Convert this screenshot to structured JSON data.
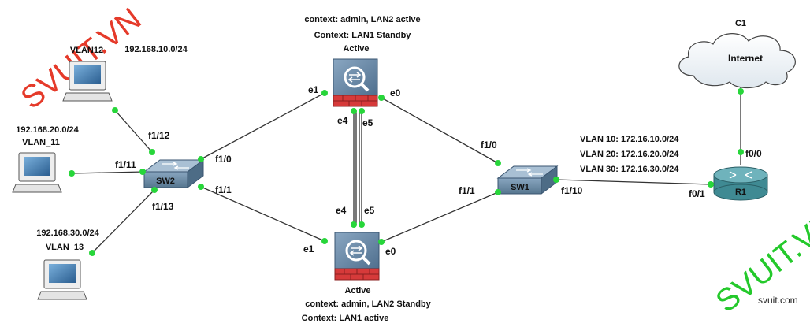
{
  "watermarks": {
    "left": "SVUIT.VN",
    "right": "SVUIT.VN",
    "site": "svuit.com"
  },
  "cloud": {
    "id": "C1",
    "label": "Internet"
  },
  "asa_top": {
    "line1": "context: admin, LAN2 active",
    "line2": "Context: LAN1 Standby",
    "line3": "Active",
    "ports": {
      "e1": "e1",
      "e0": "e0",
      "e4": "e4",
      "e5": "e5"
    }
  },
  "asa_bottom": {
    "line1": "Active",
    "line2": "context: admin, LAN2 Standby",
    "line3": "Context: LAN1 active",
    "ports": {
      "e1": "e1",
      "e0": "e0",
      "e4": "e4",
      "e5": "e5"
    }
  },
  "sw2": {
    "label": "SW2",
    "ports": {
      "f1_12": "f1/12",
      "f1_11": "f1/11",
      "f1_13": "f1/13",
      "f1_0": "f1/0",
      "f1_1": "f1/1"
    }
  },
  "sw1": {
    "label": "SW1",
    "ports": {
      "f1_0": "f1/0",
      "f1_1": "f1/1",
      "f1_10": "f1/10"
    }
  },
  "r1": {
    "label": "R1",
    "ports": {
      "f0_0": "f0/0",
      "f0_1": "f0/1"
    }
  },
  "vlan_list": [
    "VLAN 10: 172.16.10.0/24",
    "VLAN 20: 172.16.20.0/24",
    "VLAN 30: 172.16.30.0/24"
  ],
  "pcs": [
    {
      "vlan": "VLAN12",
      "subnet": "192.168.10.0/24"
    },
    {
      "vlan": "VLAN_11",
      "subnet": "192.168.20.0/24"
    },
    {
      "vlan": "VLAN_13",
      "subnet": "192.168.30.0/24"
    }
  ],
  "colors": {
    "link_dot": "#27d63a",
    "watermark_left": "#e53a2a",
    "watermark_right": "#24c92b",
    "switch": "#6b8aa6",
    "router": "#3f8a93",
    "asa": "#6b8aa6",
    "asa_base": "#d63a3a"
  }
}
